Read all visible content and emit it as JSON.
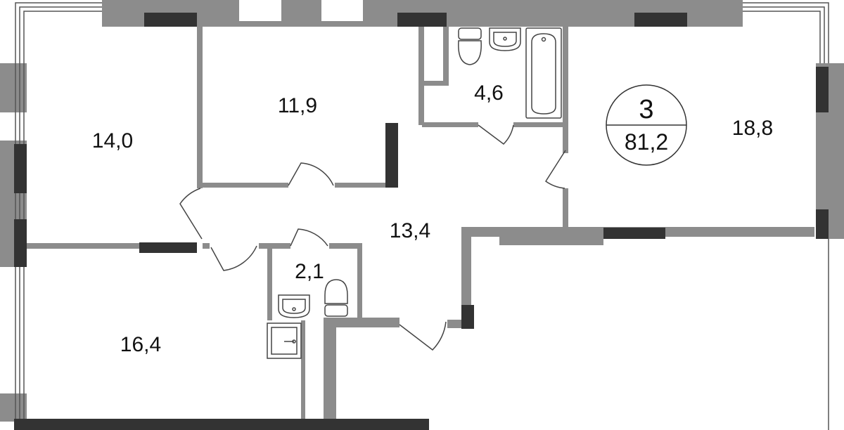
{
  "plan": {
    "rooms_count": "3",
    "total_area": "81,2",
    "rooms": [
      {
        "id": "living-room",
        "area": "18,8"
      },
      {
        "id": "bedroom-large",
        "area": "16,4"
      },
      {
        "id": "bedroom-left",
        "area": "14,0"
      },
      {
        "id": "hallway",
        "area": "13,4"
      },
      {
        "id": "bedroom-top",
        "area": "11,9"
      },
      {
        "id": "bathroom",
        "area": "4,6"
      },
      {
        "id": "toilet",
        "area": "2,1"
      }
    ]
  },
  "colors": {
    "wall": "#8c8c8c",
    "window": "#333333",
    "fixture": "#444444",
    "background": "#ffffff"
  }
}
